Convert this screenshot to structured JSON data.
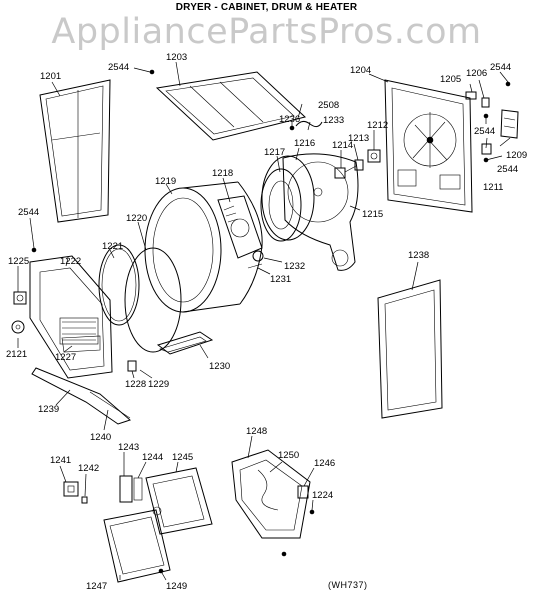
{
  "title": "DRYER - CABINET, DRUM & HEATER",
  "watermark": "AppliancePartsPros.com",
  "diagram_code": "(WH737)",
  "labels": {
    "p1201": "1201",
    "p2544a": "2544",
    "p1203": "1203",
    "p1204": "1204",
    "p1205": "1205",
    "p1206": "1206",
    "p2544b": "2544",
    "p2508": "2508",
    "p1236": "1236",
    "p1233": "1233",
    "p1212": "1212",
    "p2544c": "2544",
    "p1209": "1209",
    "p1211": "1211",
    "p2544d": "2544",
    "p1213": "1213",
    "p1214": "1214",
    "p1216": "1216",
    "p1217": "1217",
    "p1215": "1215",
    "p1218": "1218",
    "p1219": "1219",
    "p1220": "1220",
    "p1221": "1221",
    "p2544e": "2544",
    "p1225": "1225",
    "p1222": "1222",
    "p1232": "1232",
    "p1231": "1231",
    "p1238": "1238",
    "p2121": "2121",
    "p1227": "1227",
    "p1230": "1230",
    "p1228": "1228",
    "p1229": "1229",
    "p1239": "1239",
    "p1240": "1240",
    "p1243": "1243",
    "p1244": "1244",
    "p1245": "1245",
    "p1248": "1248",
    "p1250": "1250",
    "p1246": "1246",
    "p1241": "1241",
    "p1242": "1242",
    "p1224": "1224",
    "p1247": "1247",
    "p1249": "1249"
  }
}
